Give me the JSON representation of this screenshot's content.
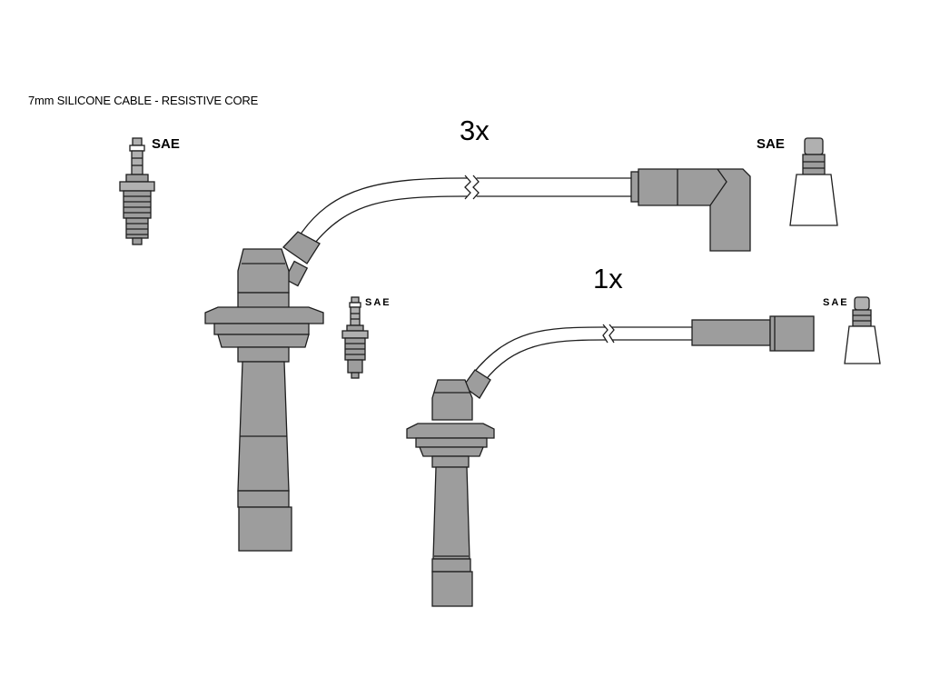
{
  "caption": "7mm SILICONE CABLE - RESISTIVE CORE",
  "quantities": {
    "set_a": "3x",
    "set_b": "1x"
  },
  "labels": {
    "sae_1": "SAE",
    "sae_2": "SAE",
    "sae_3": "SAE",
    "sae_4": "SAE"
  },
  "colors": {
    "part_fill": "#9d9d9d",
    "outline": "#1e1e1e",
    "background": "#ffffff"
  }
}
